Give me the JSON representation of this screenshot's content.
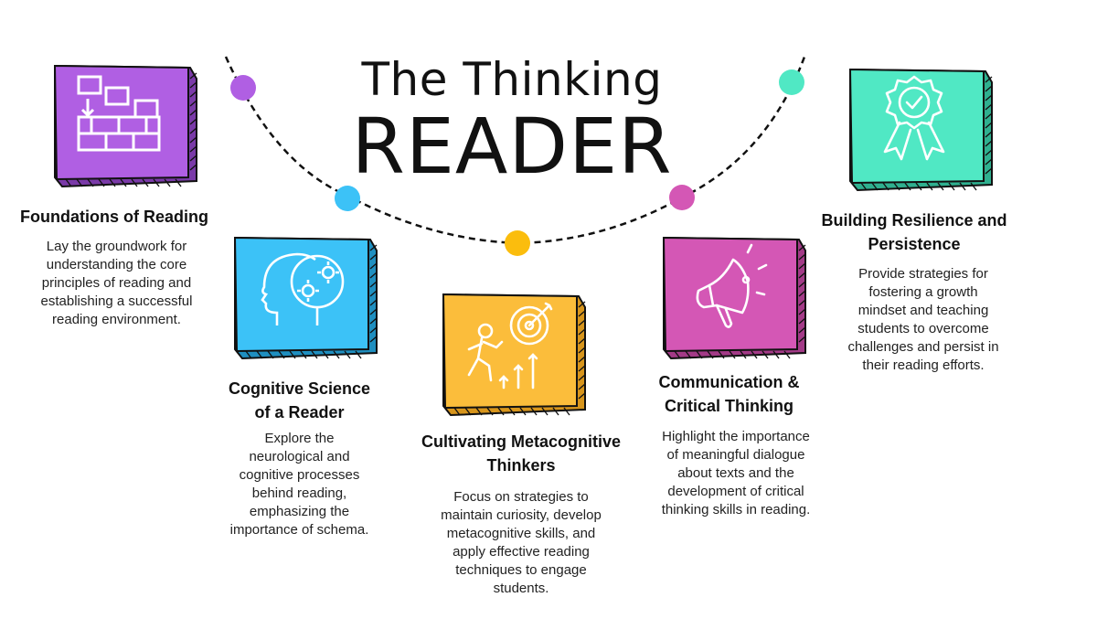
{
  "title": {
    "line1": "The Thinking",
    "line2": "READER"
  },
  "colors": {
    "purple": "#B05FE3",
    "blue": "#3CC2F7",
    "yellow": "#FBBD3B",
    "pink": "#D457B5",
    "teal": "#50E8C4",
    "dot_yellow": "#FBBD0D"
  },
  "nodes": [
    {
      "id": "foundations",
      "color": "#B05FE3",
      "icon": "brick-wall-icon",
      "heading": "Foundations of Reading",
      "description": "Lay the groundwork for understanding the core principles of reading and establishing a successful reading environment."
    },
    {
      "id": "cognitive",
      "color": "#3CC2F7",
      "icon": "head-gears-icon",
      "heading": "Cognitive Science of a Reader",
      "description": "Explore the neurological and cognitive processes behind reading, emphasizing the importance of schema."
    },
    {
      "id": "metacognitive",
      "color": "#FBBD3B",
      "icon": "runner-target-icon",
      "heading": "Cultivating Metacognitive Thinkers",
      "description": "Focus on strategies to maintain curiosity, develop metacognitive skills, and apply effective reading techniques to engage students."
    },
    {
      "id": "communication",
      "color": "#D457B5",
      "icon": "megaphone-icon",
      "heading": "Communication & Critical Thinking",
      "description": "Highlight the importance of meaningful dialogue about texts and the development of critical thinking skills in reading."
    },
    {
      "id": "resilience",
      "color": "#50E8C4",
      "icon": "award-ribbon-icon",
      "heading": "Building Resilience and Persistence",
      "description": "Provide strategies for fostering a growth mindset and teaching students to overcome challenges and persist in their reading efforts."
    }
  ]
}
